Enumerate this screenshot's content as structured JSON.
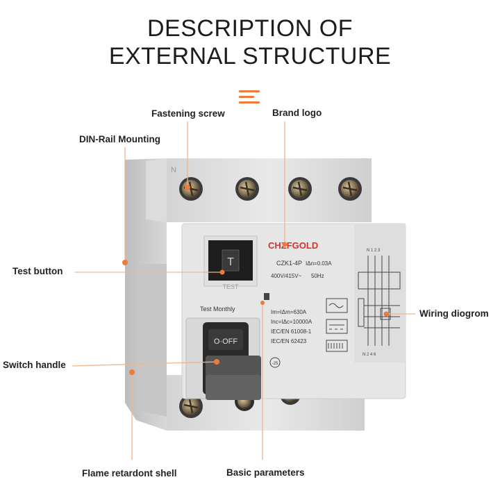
{
  "header": {
    "title_line1": "DESCRIPTION OF",
    "title_line2": "EXTERNAL STRUCTURE"
  },
  "accent_color": "#f07a3c",
  "callouts": {
    "fastening_screw": "Fastening screw",
    "brand_logo": "Brand logo",
    "din_rail": "DIN-Rail Mounting",
    "test_button": "Test button",
    "wiring_diagram": "Wiring diogrom",
    "switch_handle": "Switch handle",
    "flame_shell": "Flame retardont shell",
    "basic_parameters": "Basic parameters"
  },
  "device": {
    "brand": "CHZFGOLD",
    "model": "CZK1-4P",
    "rated_current": "IΔn=0.03A",
    "voltage": "400V/415V~",
    "frequency": "50Hz",
    "test_label": "TEST",
    "test_key": "T",
    "test_monthly": "Test Monthly",
    "switch_state": "O·OFF",
    "param_lines": [
      "Im=IΔm=630A",
      "Inc=IΔc=10000A",
      "IEC/EN 61008-1",
      "IEC/EN 62423"
    ],
    "terminal_marks_top": "N 1 2 3",
    "terminal_marks_bottom": "N 2 4 6",
    "top_terminal_letter": "N",
    "temp_mark": "-25"
  }
}
